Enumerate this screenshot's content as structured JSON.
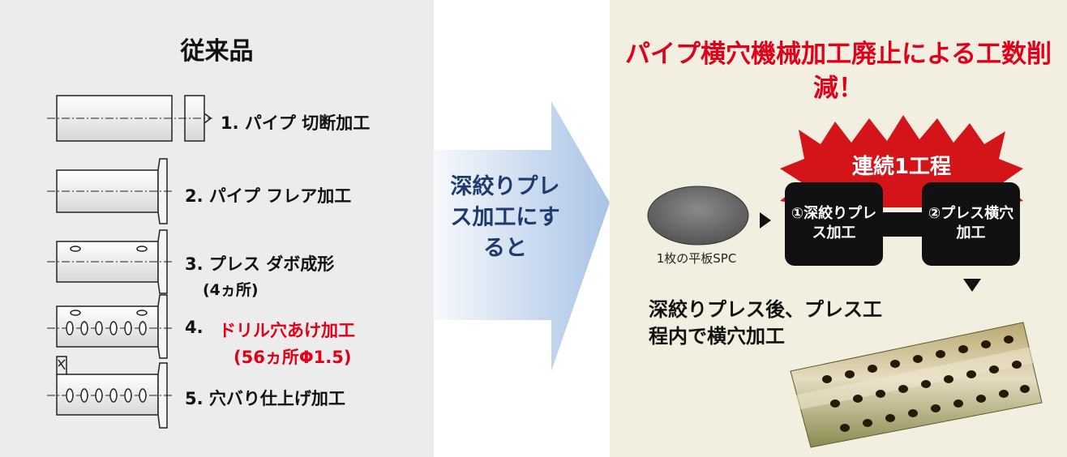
{
  "left": {
    "title": "従来品",
    "steps": [
      "1. パイプ 切断加工",
      "2. パイプ フレア加工",
      "3. プレス ダボ成形",
      "4. ドリル穴あけ加工",
      "5. 穴バり仕上げ加工"
    ],
    "step3_note": "(4ヵ所)",
    "step4_number": "4.",
    "step4_label": "ドリル穴あけ加工",
    "step4_note": "(56ヵ所Φ1.5)"
  },
  "arrow": {
    "label": "深絞りプレス加工にすると"
  },
  "right": {
    "title": "パイプ横穴機械加工廃止による工数削減！",
    "burst": "連続1工程",
    "box1": "①深絞りプレス加工",
    "box2": "②プレス横穴加工",
    "disc_label": "1枚の平板SPC",
    "after_text": "深絞りプレス後、プレス工程内で横穴加工"
  },
  "colors": {
    "accent_red": "#e0001a",
    "arrow_text_navy": "#1f3a6e",
    "left_bg": "#ececec",
    "right_bg": "#f3efe0"
  }
}
